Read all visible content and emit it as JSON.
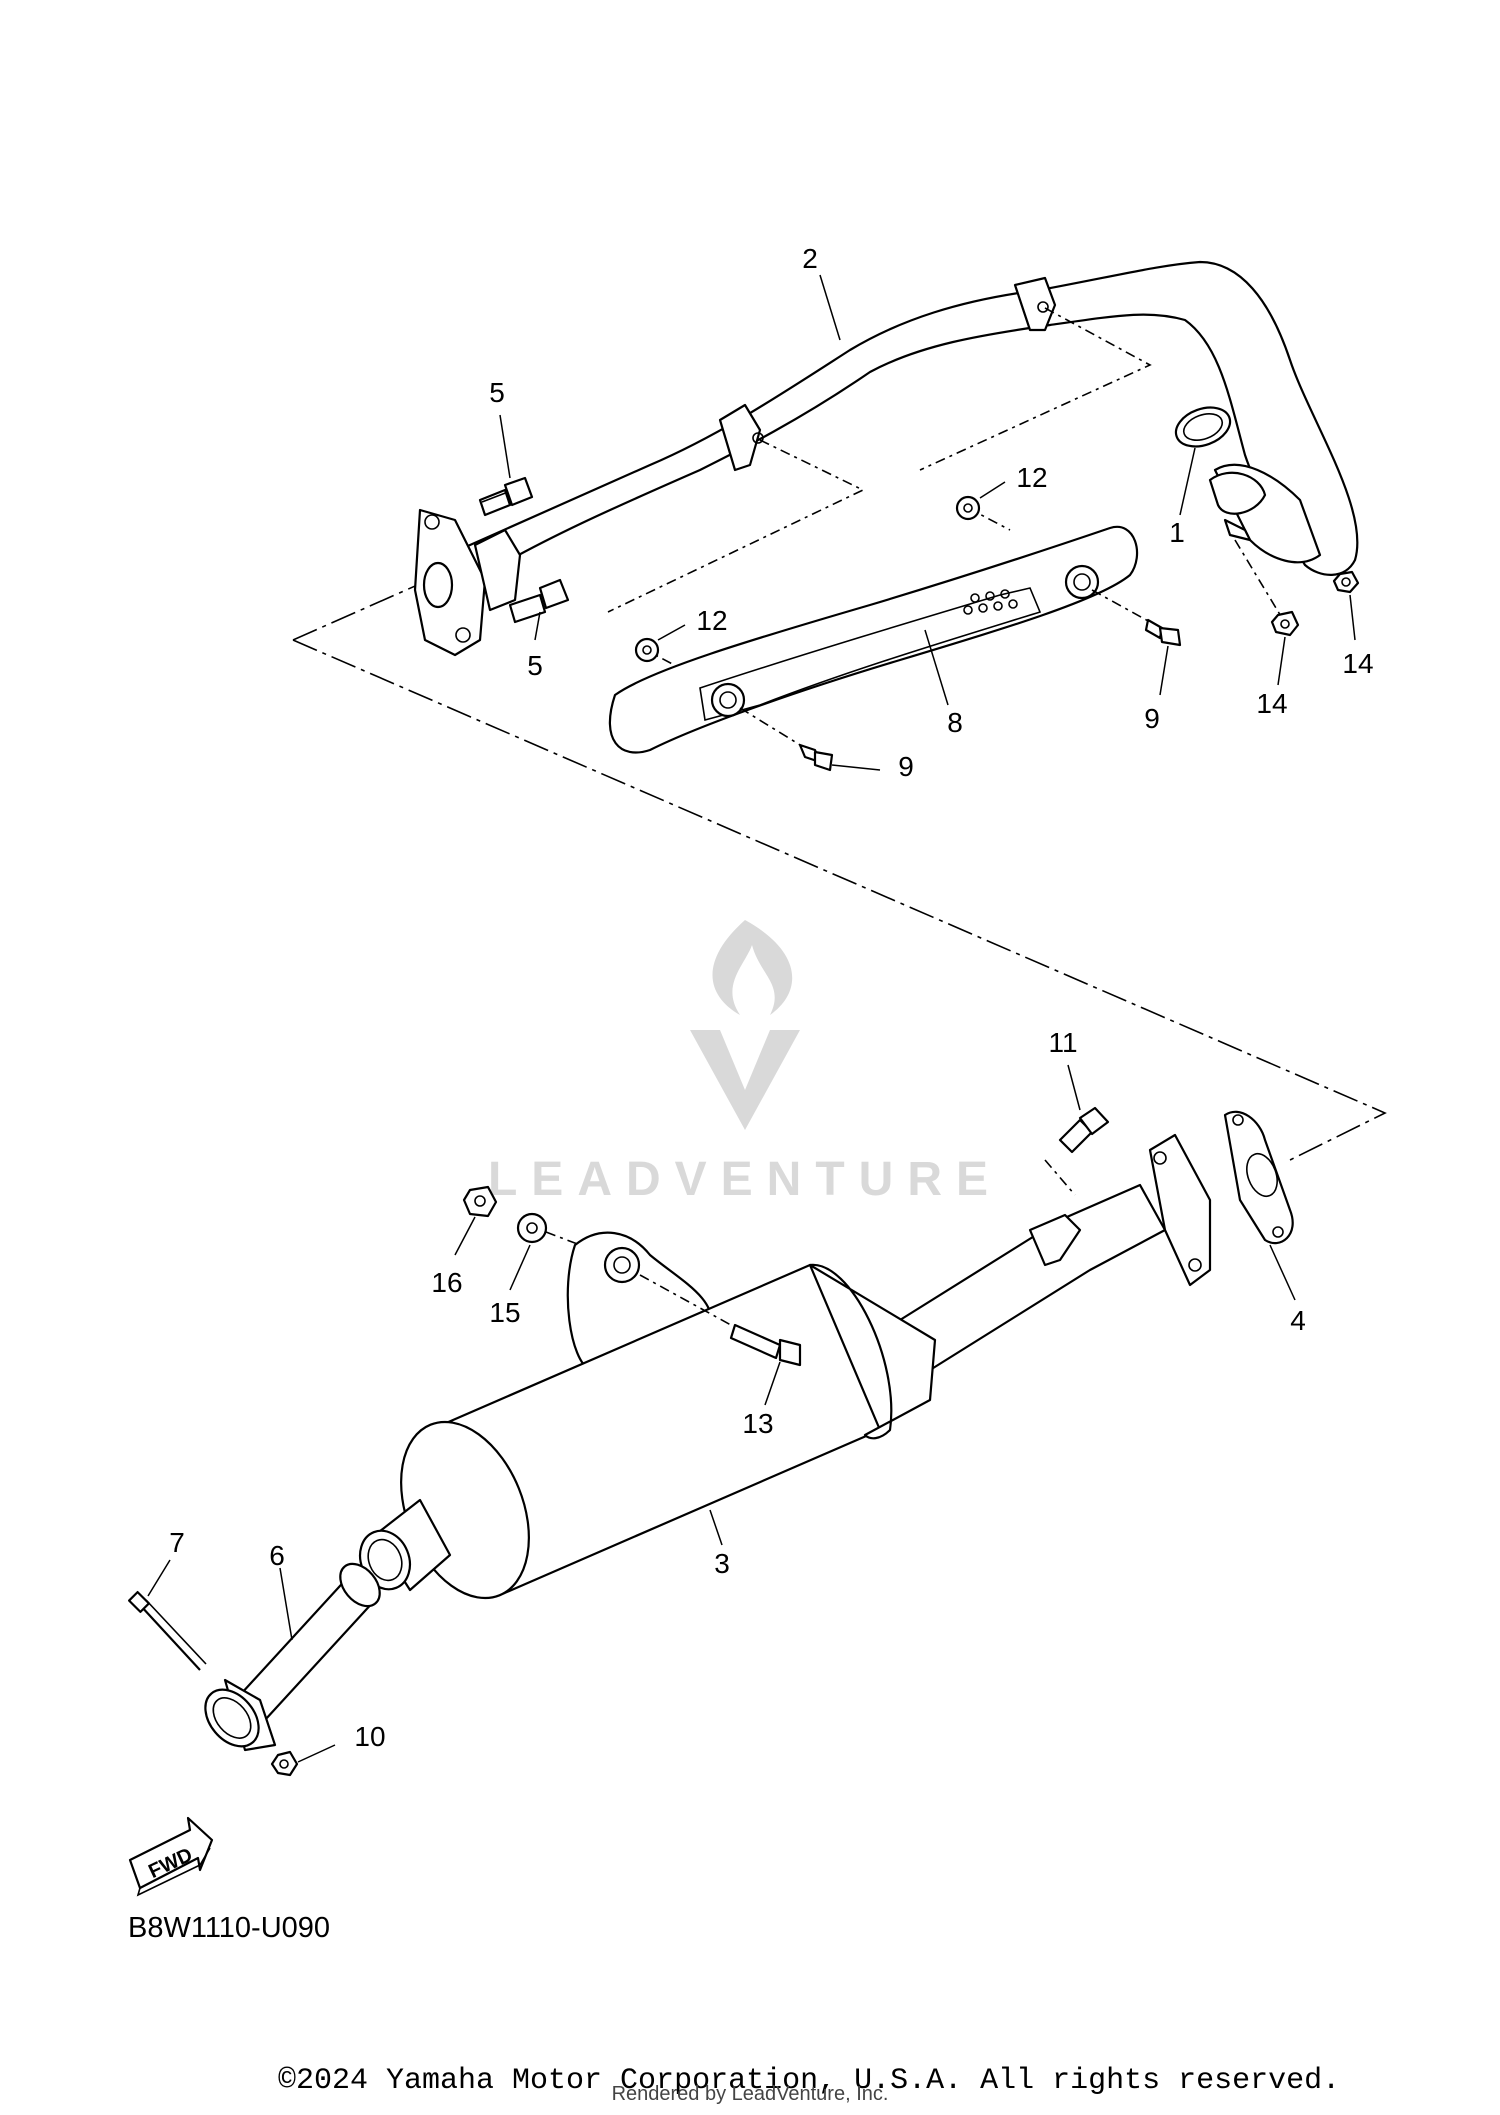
{
  "diagram": {
    "callouts": {
      "c1": "1",
      "c2": "2",
      "c3": "3",
      "c4": "4",
      "c5a": "5",
      "c5b": "5",
      "c6": "6",
      "c7": "7",
      "c8": "8",
      "c9a": "9",
      "c9b": "9",
      "c10": "10",
      "c11": "11",
      "c12a": "12",
      "c12b": "12",
      "c13": "13",
      "c14a": "14",
      "c14b": "14",
      "c15": "15",
      "c16": "16"
    },
    "fwd_label": "FWD",
    "diagram_code": "B8W1110-U090"
  },
  "watermark": {
    "brand": "LEADVENTURE",
    "color": "#d9d9d9"
  },
  "footer": {
    "copyright": "©2024 Yamaha Motor Corporation, U.S.A. All rights reserved.",
    "rendered_by": "Rendered by LeadVenture, Inc."
  }
}
